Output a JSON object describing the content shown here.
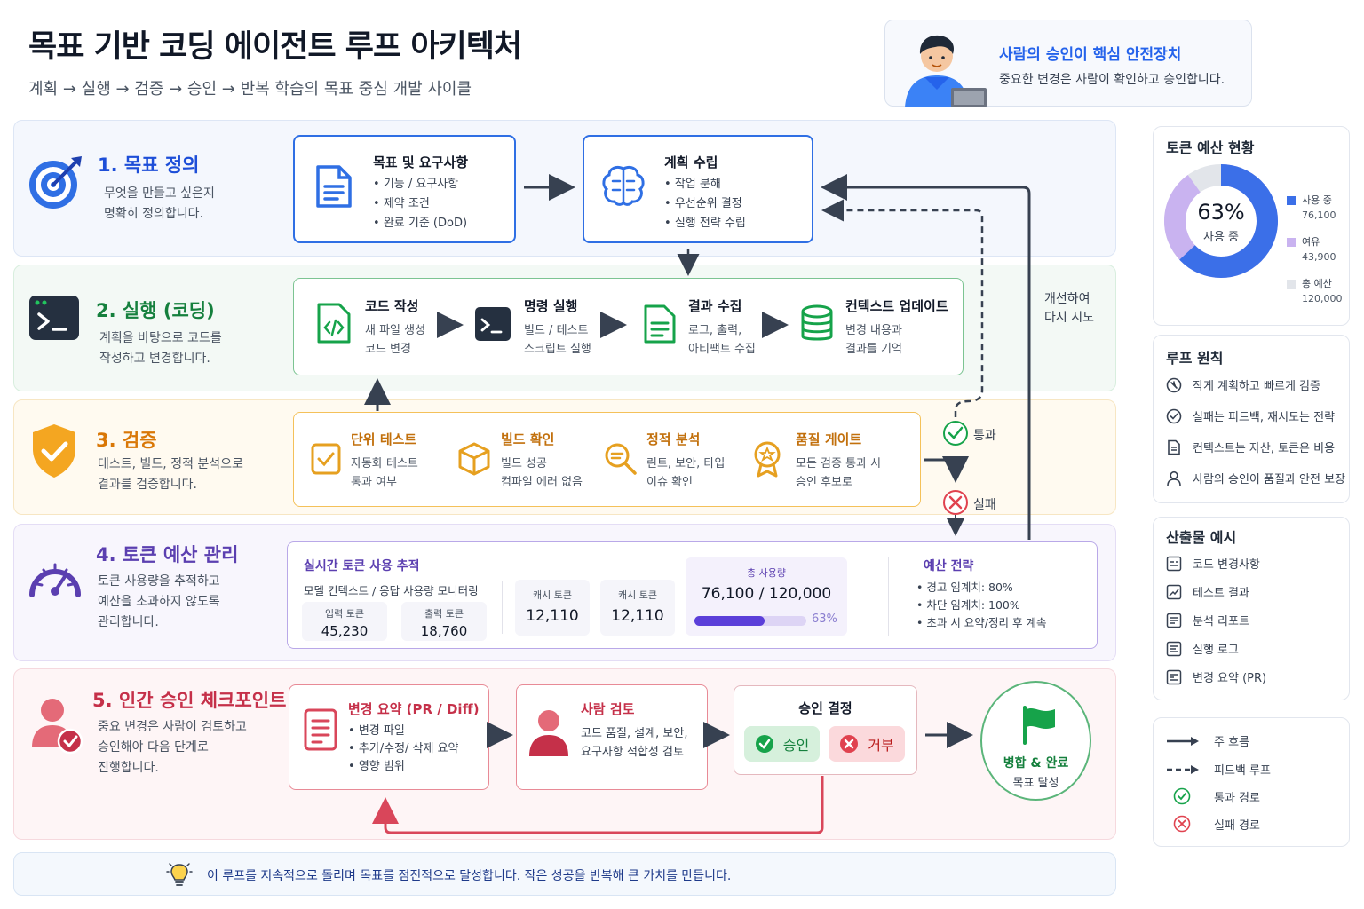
{
  "header": {
    "title": "목표 기반 코딩 에이전트 루프 아키텍처",
    "subtitle": "계획 → 실행 → 검증 → 승인 → 반복 학습의 목표 중심 개발 사이클"
  },
  "callout": {
    "title": "사람의 승인이 핵심 안전장치",
    "desc": "중요한 변경은 사람이 확인하고 승인합니다."
  },
  "sections": {
    "goal": {
      "title": "1. 목표 정의",
      "desc": "무엇을 만들고 싶은지\n명확히 정의합니다.",
      "requirements": {
        "title": "목표 및 요구사항",
        "items": [
          "기능 / 요구사항",
          "제약 조건",
          "완료 기준 (DoD)"
        ]
      },
      "plan": {
        "title": "계획 수립",
        "items": [
          "작업 분해",
          "우선순위 결정",
          "실행 전략 수립"
        ]
      }
    },
    "exec": {
      "title": "2. 실행 (코딩)",
      "desc": "계획을 바탕으로 코드를\n작성하고 변경합니다.",
      "steps": [
        {
          "title": "코드 작성",
          "desc": "새 파일 생성\n코드 변경"
        },
        {
          "title": "명령 실행",
          "desc": "빌드 / 테스트\n스크립트 실행"
        },
        {
          "title": "결과 수집",
          "desc": "로그, 출력,\n아티팩트 수집"
        },
        {
          "title": "컨텍스트 업데이트",
          "desc": "변경 내용과\n결과를 기억"
        }
      ]
    },
    "verify": {
      "title": "3. 검증",
      "desc": "테스트, 빌드, 정적 분석으로\n결과를 검증합니다.",
      "steps": [
        {
          "title": "단위 테스트",
          "desc": "자동화 테스트\n통과 여부"
        },
        {
          "title": "빌드 확인",
          "desc": "빌드 성공\n컴파일 에러 없음"
        },
        {
          "title": "정적 분석",
          "desc": "린트, 보안, 타입\n이슈 확인"
        },
        {
          "title": "품질 게이트",
          "desc": "모든 검증 통과 시\n승인 후보로"
        }
      ]
    },
    "budget": {
      "title": "4. 토큰 예산 관리",
      "desc": "토큰 사용량을 추적하고\n예산을 초과하지 않도록\n관리합니다.",
      "tracking_title": "실시간 토큰 사용 추적",
      "tracking_desc": "모델 컨텍스트 / 응답 사용량 모니터링",
      "input_label": "입력 토큰",
      "input_value": "45,230",
      "output_label": "출력 토큰",
      "output_value": "18,760",
      "cache1_label": "캐시 토큰",
      "cache1_value": "12,110",
      "cache2_label": "캐시 토큰",
      "cache2_value": "12,110",
      "total_label": "총 사용량",
      "total_value": "76,100 / 120,000",
      "total_pct_label": "63%",
      "total_pct": 0.63,
      "strategy_title": "예산 전략",
      "strategy_items": [
        "경고 임계치: 80%",
        "차단 임계치: 100%",
        "초과 시 요약/정리 후 계속"
      ]
    },
    "approval": {
      "title": "5. 인간 승인 체크포인트",
      "desc": "중요 변경은 사람이 검토하고\n승인해야 다음 단계로\n진행합니다.",
      "summary": {
        "title": "변경 요약 (PR / Diff)",
        "items": [
          "변경 파일",
          "추가/수정/ 삭제 요약",
          "영향 범위"
        ]
      },
      "review": {
        "title": "사람 검토",
        "desc": "코드 품질, 설계, 보안,\n요구사항 적합성 검토"
      },
      "decision": {
        "title": "승인 결정",
        "approve": "승인",
        "reject": "거부"
      },
      "merge": {
        "title": "병합 & 완료",
        "desc": "목표 달성"
      }
    }
  },
  "flow": {
    "retry": "개선하여\n다시 시도",
    "pass": "통과",
    "fail": "실패"
  },
  "footer": "이 루프를 지속적으로 돌리며 목표를 점진적으로 달성합니다. 작은 성공을 반복해 큰 가치를 만듭니다.",
  "token_panel": {
    "title": "토큰 예산 현황",
    "pct_label": "63%",
    "pct_sub": "사용 중",
    "used_fraction": 0.63,
    "legend": [
      {
        "label": "사용 중",
        "value": "76,100",
        "color": "#3b6fe8"
      },
      {
        "label": "여유",
        "value": "43,900",
        "color": "#c9b3f0"
      },
      {
        "label": "총 예산",
        "value": "120,000",
        "color": "#e2e5ea"
      }
    ]
  },
  "principles": {
    "title": "루프 원칙",
    "items": [
      "작게 계획하고 빠르게 검증",
      "실패는 피드백, 재시도는 전략",
      "컨텍스트는 자산, 토큰은 비용",
      "사람의 승인이 품질과 안전 보장"
    ]
  },
  "outputs": {
    "title": "산출물 예시",
    "items": [
      "코드 변경사항",
      "테스트 결과",
      "분석 리포트",
      "실행 로그",
      "변경 요약 (PR)"
    ]
  },
  "legend": {
    "items": [
      "주 흐름",
      "피드백 루프",
      "통과 경로",
      "실패 경로"
    ]
  }
}
